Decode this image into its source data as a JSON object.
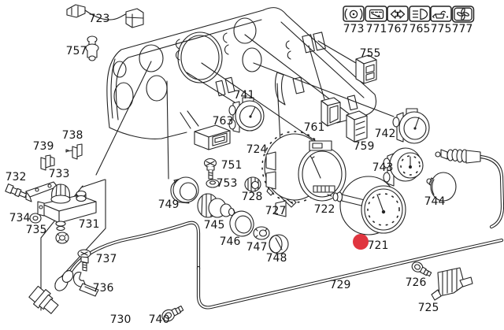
{
  "diagram": {
    "type": "exploded-parts-diagram",
    "subject": "instrument-cluster-and-gauges",
    "background_color": "#ffffff",
    "line_color": "#222222",
    "label_color": "#151515",
    "highlight": {
      "part_number": "721",
      "color": "#e0353f"
    },
    "part_labels": [
      "723",
      "757",
      "741",
      "763",
      "724",
      "761",
      "759",
      "755",
      "742",
      "743",
      "744",
      "722",
      "721",
      "727",
      "728",
      "753",
      "751",
      "749",
      "745",
      "746",
      "747",
      "748",
      "738",
      "739",
      "733",
      "732",
      "734",
      "735",
      "731",
      "737",
      "736",
      "730",
      "740",
      "729",
      "726",
      "725"
    ],
    "indicator_legend": [
      {
        "number": "773",
        "icon": "brake-warning-icon"
      },
      {
        "number": "771",
        "icon": "fuel-reserve-icon"
      },
      {
        "number": "767",
        "icon": "turn-signal-icon"
      },
      {
        "number": "765",
        "icon": "headlight-icon"
      },
      {
        "number": "775",
        "icon": "oil-pressure-icon"
      },
      {
        "number": "777",
        "icon": "fan-icon"
      }
    ]
  }
}
